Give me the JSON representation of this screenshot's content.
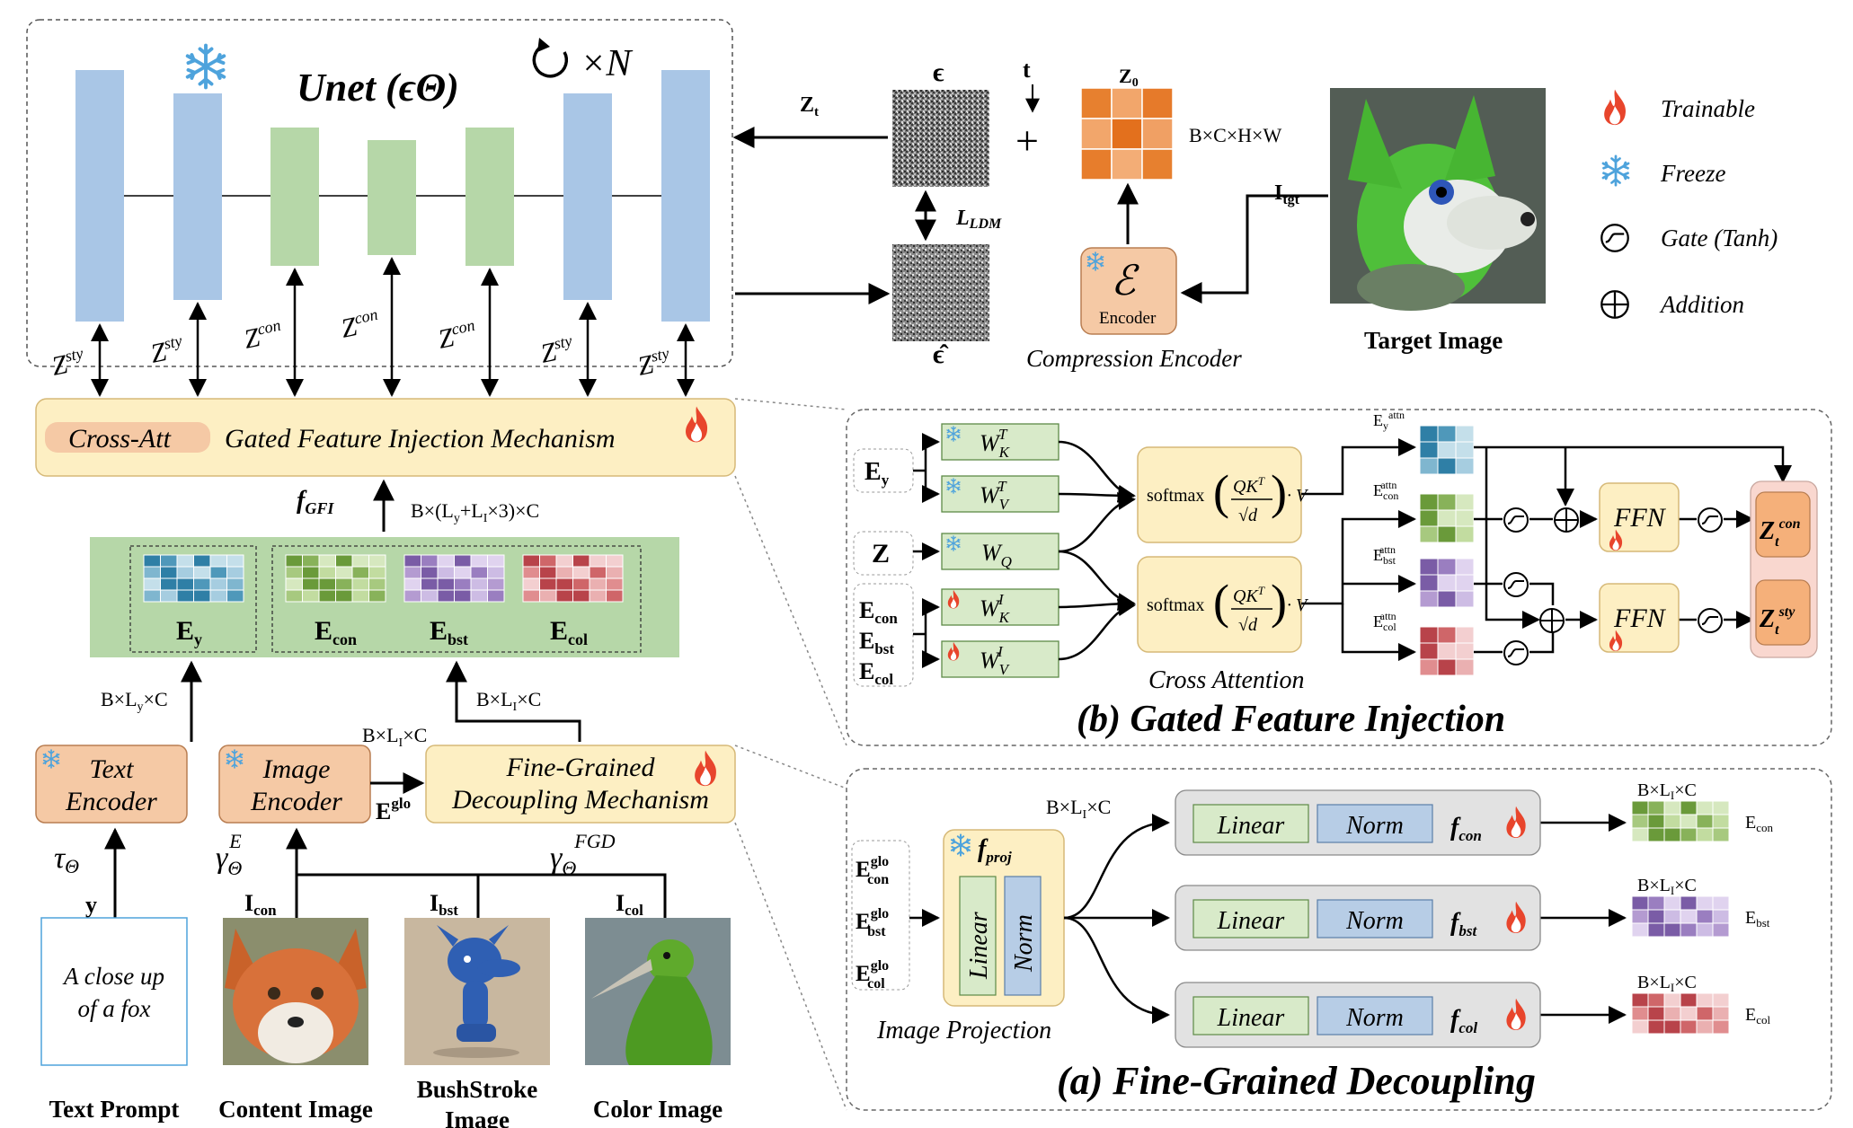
{
  "unet": {
    "title": "Unet (ϵΘ)",
    "repeat": "×N",
    "z_labels": [
      "Zsty",
      "Zsty",
      "Zcon",
      "Zcon",
      "Zcon",
      "Zsty",
      "Zsty"
    ]
  },
  "noise": {
    "eps": "ϵ",
    "eps_hat": "ϵ̂",
    "loss": "LLDM",
    "zt": "Zt",
    "t": "t"
  },
  "latent": {
    "z0": "Z0",
    "shape": "B×C×H×W"
  },
  "encoder": {
    "symbol": "ℰ",
    "label": "Encoder",
    "caption": "Compression Encoder"
  },
  "target": {
    "in_label": "Itgt",
    "caption": "Target Image"
  },
  "legend": [
    {
      "icon": "flame-icon",
      "label": "Trainable"
    },
    {
      "icon": "snowflake-icon",
      "label": "Freeze"
    },
    {
      "icon": "gate-icon",
      "label": "Gate (Tanh)"
    },
    {
      "icon": "addition-icon",
      "label": "Addition"
    }
  ],
  "gfi": {
    "crossatt": "Cross-Att",
    "title": "Gated Feature Injection Mechanism",
    "out": "fGFI",
    "shape": "B×(Ly+LI×3)×C"
  },
  "emb": {
    "ey": "Ey",
    "econ": "Econ",
    "ebst": "Ebst",
    "ecol": "Ecol"
  },
  "enc": {
    "text": [
      "Text",
      "Encoder"
    ],
    "image": [
      "Image",
      "Encoder"
    ],
    "fgd": [
      "Fine-Grained",
      "Decoupling Mechanism"
    ],
    "tau": "τΘ",
    "gamma_e": "γΘE",
    "gamma_fgd": "γΘFGD",
    "eglo": "Eglo",
    "shape_y": "B×Ly×C",
    "shape_li": "B×LI×C",
    "shape_li2": "B×LI×C"
  },
  "inputs": {
    "y": "y",
    "prompt_text": [
      "A close up",
      "of a fox"
    ],
    "icon": "Icon",
    "ibst": "Ibst",
    "icol": "Icol",
    "captions": [
      "Text Prompt",
      "Content Image",
      "BushStroke",
      "Image",
      "Color Image"
    ]
  },
  "panel_b": {
    "title": "(b) Gated Feature Injection",
    "ey": "Ey",
    "z": "Z",
    "econ": "Econ",
    "ebst": "Ebst",
    "ecol": "Ecol",
    "wk": "WK",
    "wv": "WV",
    "wq": "WQ",
    "wki": "WK",
    "wvi": "WV",
    "sup_t": "T",
    "sup_i": "I",
    "softmax": "softmax",
    "qkt": "QKT",
    "sqrtd": "√d",
    "v": "· V",
    "cross": "Cross Attention",
    "ey_attn": "Eyattn",
    "econ_attn": "Econattn",
    "ebst_attn": "Ebstattn",
    "ecol_attn": "Ecolattn",
    "ffn": "FFN",
    "zcon": "Ztcon",
    "zsty": "Ztsty"
  },
  "panel_a": {
    "title": "(a) Fine-Grained Decoupling",
    "inputs": [
      "Econglo",
      "Ebstglo",
      "Ecolglo"
    ],
    "proj": "fproj",
    "proj_caption": "Image Projection",
    "linear": "Linear",
    "norm": "Norm",
    "shape": "B×LI×C",
    "fcon": "fcon",
    "fbst": "fbst",
    "fcol": "fcol",
    "econ": "Econ",
    "ebst": "Ebst",
    "ecol": "Ecol",
    "out_shape": "B×LI×C"
  },
  "colors": {
    "blue": "#a9c6e6",
    "green": "#b6d7a8",
    "orange": "#f5c9a5",
    "yellow": "#fdefc3",
    "grey": "#e2e2e2",
    "flame": "#e8452c",
    "snow": "#4ea3dc"
  }
}
